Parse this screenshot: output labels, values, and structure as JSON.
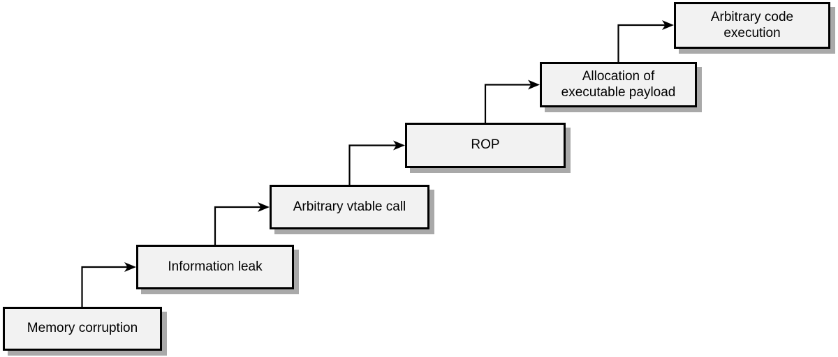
{
  "diagram": {
    "type": "flow-staircase",
    "description": "Exploit chain steps from memory corruption to arbitrary code execution",
    "nodes": [
      {
        "id": "memory-corruption",
        "label": "Memory corruption"
      },
      {
        "id": "information-leak",
        "label": "Information leak"
      },
      {
        "id": "arbitrary-vtable-call",
        "label": "Arbitrary vtable call"
      },
      {
        "id": "rop",
        "label": "ROP"
      },
      {
        "id": "allocation-payload",
        "label": "Allocation of\nexecutable payload"
      },
      {
        "id": "arbitrary-code-exec",
        "label": "Arbitrary code\nexecution"
      }
    ],
    "edges": [
      {
        "from": "memory-corruption",
        "to": "information-leak"
      },
      {
        "from": "information-leak",
        "to": "arbitrary-vtable-call"
      },
      {
        "from": "arbitrary-vtable-call",
        "to": "rop"
      },
      {
        "from": "rop",
        "to": "allocation-payload"
      },
      {
        "from": "allocation-payload",
        "to": "arbitrary-code-exec"
      }
    ],
    "colors": {
      "background": "#ffffff",
      "node_fill": "#f2f2f2",
      "node_border": "#000000",
      "node_shadow": "#a9a9a9",
      "text": "#000000",
      "connector": "#000000"
    }
  }
}
